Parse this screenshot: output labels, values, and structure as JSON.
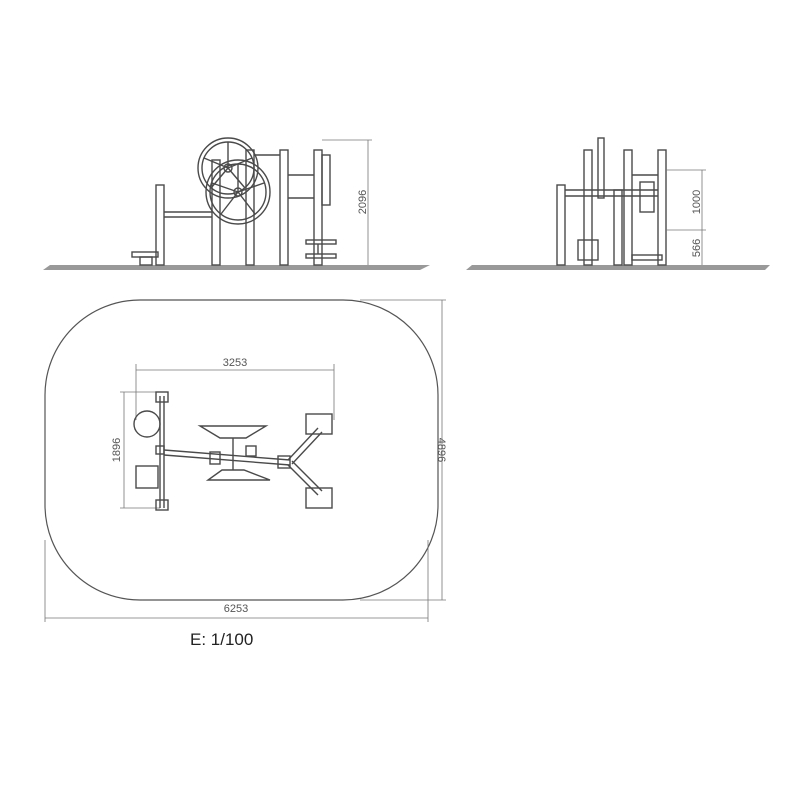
{
  "dimensions": {
    "front_height": "2096",
    "side_height_upper": "1000",
    "side_height_lower": "566",
    "plan_inner_width": "3253",
    "plan_inner_depth": "1896",
    "plan_total_width": "6253",
    "plan_total_depth": "4896"
  },
  "scale_label": "E: 1/100",
  "colors": {
    "surface": "#a0a0a0",
    "outline": "#4a4a4a",
    "dimension": "#777777"
  }
}
